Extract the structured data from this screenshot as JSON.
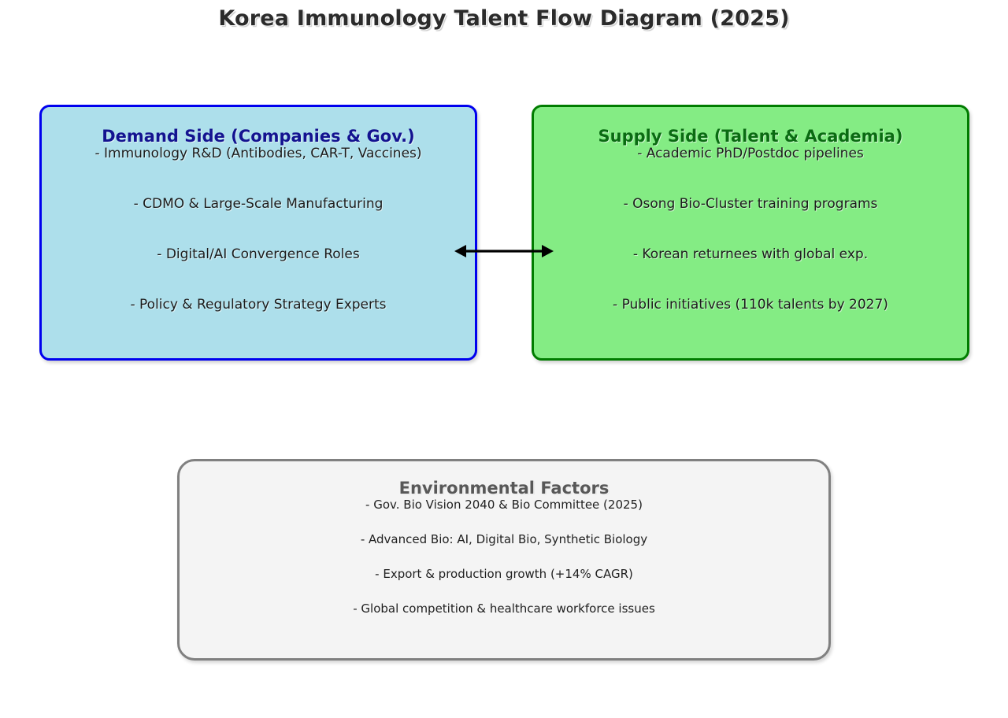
{
  "title": "Korea Immunology Talent Flow Diagram (2025)",
  "colors": {
    "demand_fill": "#addfeb",
    "demand_border": "#0000ee",
    "demand_title": "#131390",
    "supply_fill": "#84ec84",
    "supply_border": "#007c00",
    "supply_title": "#0a6b12",
    "environment_fill": "#f4f4f4",
    "environment_border": "#808080",
    "environment_title": "#585858",
    "arrow": "#000000",
    "body_text": "#1c1c1c",
    "title_text": "#2b2b2b",
    "background": "#ffffff"
  },
  "demand": {
    "heading": "Demand Side (Companies & Gov.)",
    "items": [
      "- Immunology R&D (Antibodies, CAR-T, Vaccines)",
      "- CDMO & Large-Scale Manufacturing",
      "- Digital/AI Convergence Roles",
      "- Policy & Regulatory Strategy Experts"
    ]
  },
  "supply": {
    "heading": "Supply Side (Talent & Academia)",
    "items": [
      "- Academic PhD/Postdoc pipelines",
      "- Osong Bio-Cluster training programs",
      "- Korean returnees with global exp.",
      "- Public initiatives (110k talents by 2027)"
    ]
  },
  "environment": {
    "heading": "Environmental Factors",
    "items": [
      "- Gov. Bio Vision 2040 & Bio Committee (2025)",
      "- Advanced Bio: AI, Digital Bio, Synthetic Biology",
      "- Export & production growth (+14% CAGR)",
      "- Global competition & healthcare workforce issues"
    ]
  },
  "connector": {
    "icon": "double-headed-arrow-icon",
    "from": "demand",
    "to": "supply",
    "label": ""
  }
}
